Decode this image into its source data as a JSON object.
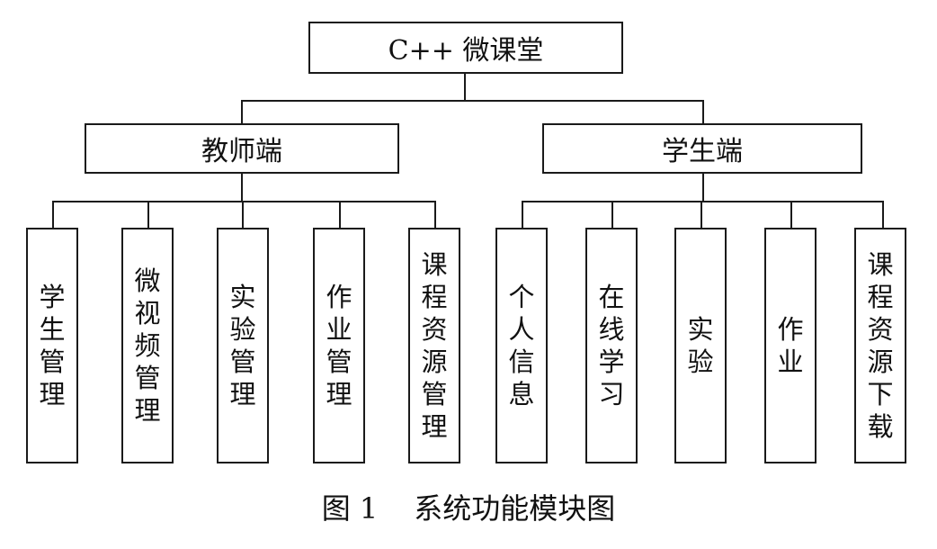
{
  "root": {
    "label": "C++ 微课堂"
  },
  "branches": [
    {
      "label": "教师端",
      "children": [
        "学生管理",
        "微视频管理",
        "实验管理",
        "作业管理",
        "课程资源管理"
      ]
    },
    {
      "label": "学生端",
      "children": [
        "个人信息",
        "在线学习",
        "实验",
        "作业",
        "课程资源下载"
      ]
    }
  ],
  "caption": {
    "number": "图 1",
    "text": "系统功能模块图"
  }
}
